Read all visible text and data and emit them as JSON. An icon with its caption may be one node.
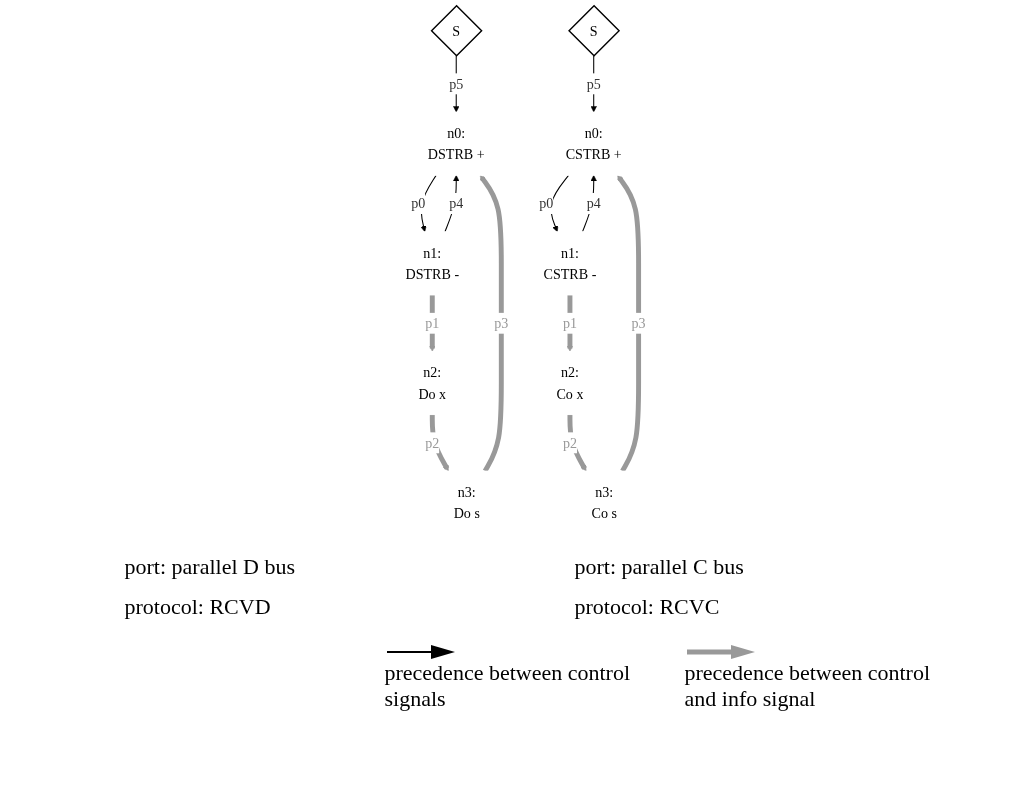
{
  "diagram": {
    "nodes": [
      {
        "text": [
          "S"
        ]
      },
      {
        "text": [
          "n0:",
          "DSTRB +"
        ]
      },
      {
        "text": [
          "n1:",
          "DSTRB -"
        ]
      },
      {
        "text": [
          "n2:",
          "Do x"
        ]
      },
      {
        "text": [
          "n3:",
          "Do s"
        ]
      },
      {
        "text": [
          "S"
        ]
      },
      {
        "text": [
          "n0:",
          "CSTRB +"
        ]
      },
      {
        "text": [
          "n1:",
          "CSTRB -"
        ]
      },
      {
        "text": [
          "n2:",
          "Co x"
        ]
      },
      {
        "text": [
          "n3:",
          "Co s"
        ]
      }
    ],
    "edges": [
      {
        "from": 0,
        "to": 1,
        "arrow": "to",
        "label": "p5"
      },
      {
        "from": 1,
        "to": 2,
        "arrow": "to",
        "label": "p0"
      },
      {
        "from": 2,
        "to": 1,
        "arrow": "to",
        "label": "p4"
      },
      {
        "from": 2,
        "to": 3,
        "arrow": "to",
        "label": "p1",
        "style": "thick",
        "color": "#999999"
      },
      {
        "from": 3,
        "to": 4,
        "arrow": "to",
        "label": "p2",
        "style": "thick",
        "color": "#999999"
      },
      {
        "from": 4,
        "to": 1,
        "arrow": "to",
        "label": "p3",
        "style": "thick",
        "color": "#999999"
      },
      {
        "from": 5,
        "to": 6,
        "arrow": "to",
        "label": "p5"
      },
      {
        "from": 6,
        "to": 7,
        "arrow": "to",
        "label": "p0"
      },
      {
        "from": 7,
        "to": 6,
        "arrow": "to",
        "label": "p4"
      },
      {
        "from": 7,
        "to": 8,
        "arrow": "to",
        "label": "p1",
        "style": "thick",
        "color": "#999999"
      },
      {
        "from": 8,
        "to": 9,
        "arrow": "to",
        "label": "p2",
        "style": "thick",
        "color": "#999999"
      },
      {
        "from": 9,
        "to": 6,
        "arrow": "to",
        "label": "p3",
        "style": "thick",
        "color": "#999999"
      }
    ],
    "labels": [
      "port: parallel D bus",
      "port: parallel C bus",
      "protocol: RCVD",
      "protocol: RCVC"
    ],
    "legend": [
      {
        "text": "precedence between control signals"
      },
      {
        "text": "precedence between control and info signal"
      }
    ]
  }
}
